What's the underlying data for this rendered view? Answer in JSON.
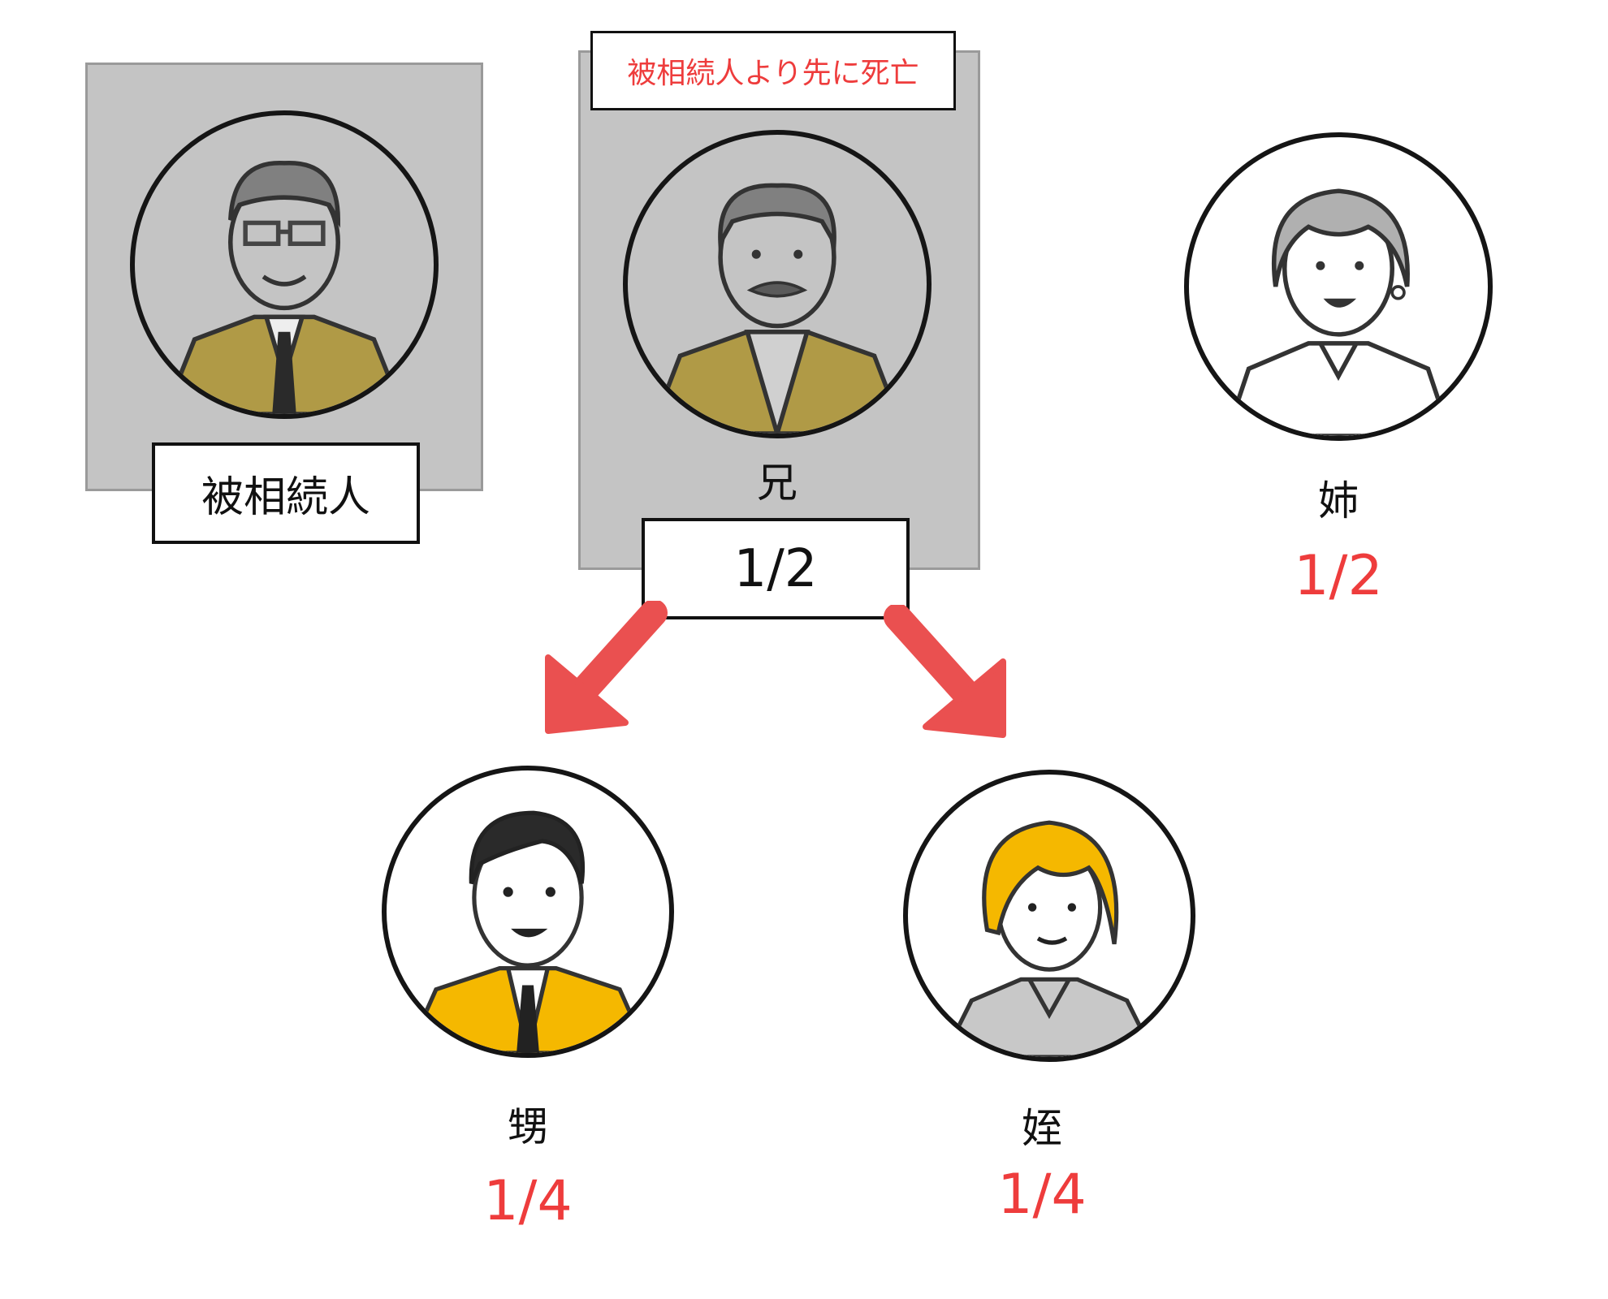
{
  "decedent": {
    "label": "被相続人"
  },
  "brother": {
    "note": "被相続人より先に死亡",
    "name": "兄",
    "share": "1/2"
  },
  "sister": {
    "name": "姉",
    "share": "1/2"
  },
  "nephew": {
    "name": "甥",
    "share": "1/4"
  },
  "niece": {
    "name": "姪",
    "share": "1/4"
  },
  "colors": {
    "share_red": "#ee3c3c",
    "arrow_red": "#ea5050",
    "suit_yellow": "#f5b800",
    "deceased_panel": "#c4c4c4"
  }
}
